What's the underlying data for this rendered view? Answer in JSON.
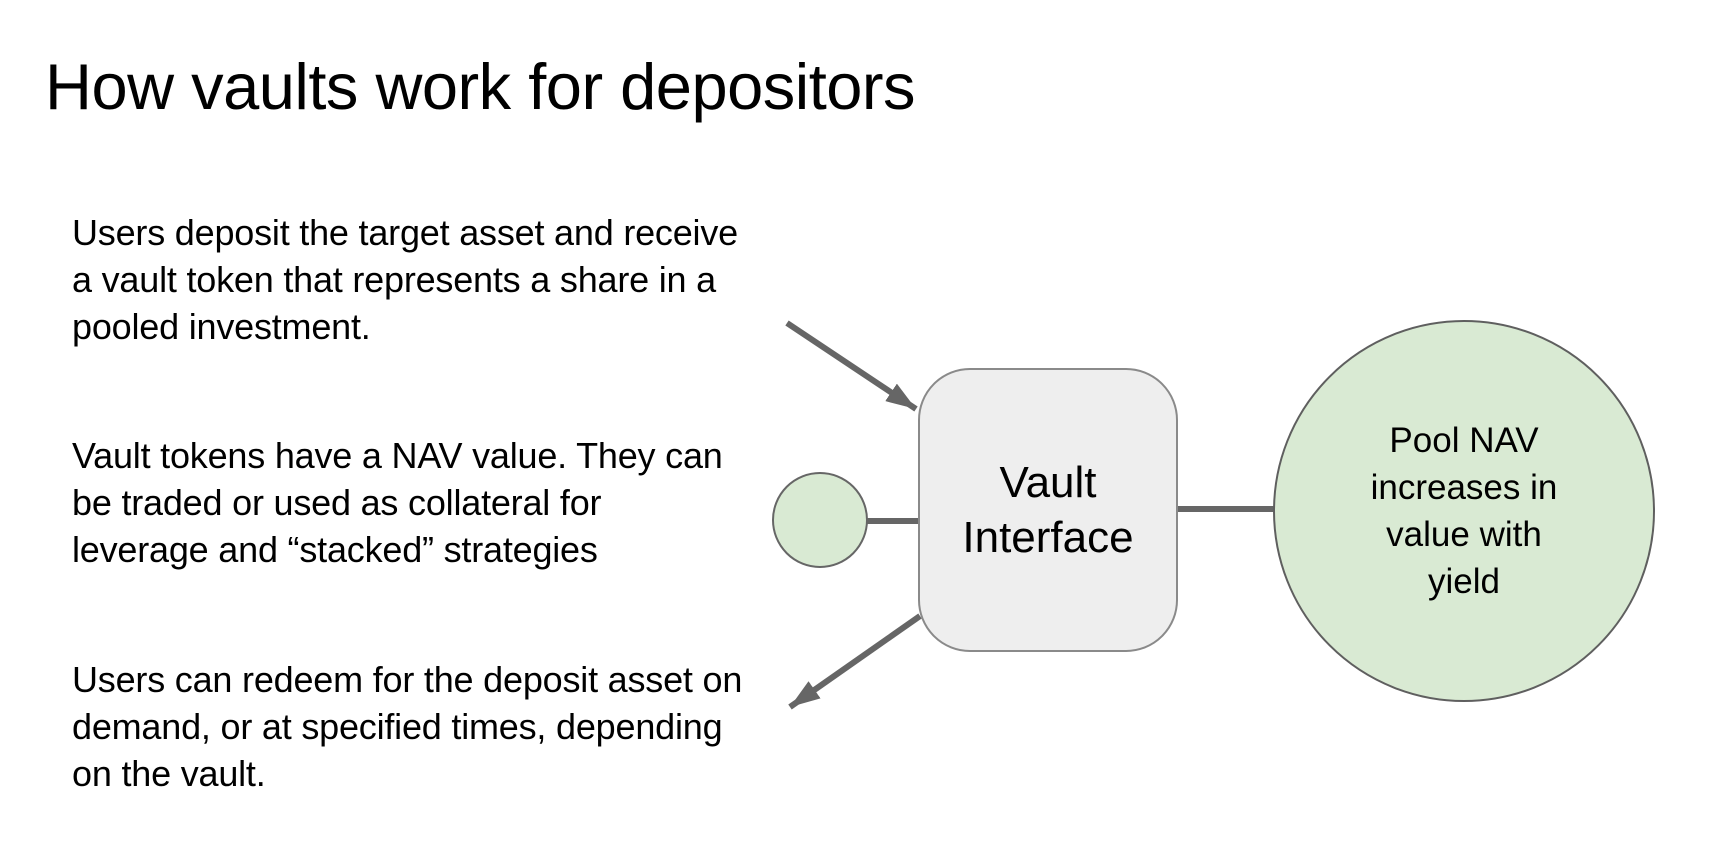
{
  "title": "How vaults work for depositors",
  "notes": [
    {
      "lines": [
        "Users deposit the target asset and receive",
        "a vault token that represents a share in a",
        "pooled investment."
      ]
    },
    {
      "lines": [
        "Vault tokens have a NAV value. They can",
        "be traded or used as collateral for",
        "leverage and “stacked” strategies"
      ]
    },
    {
      "lines": [
        "Users can redeem for the deposit asset on",
        "demand, or at specified times, depending",
        "on the vault."
      ]
    }
  ],
  "diagram": {
    "vault_box": {
      "lines": [
        "Vault",
        "Interface"
      ]
    },
    "pool_circle": {
      "lines": [
        "Pool NAV",
        "increases in",
        "value with",
        "yield"
      ]
    }
  },
  "colors": {
    "green-fill": "#d9ead3",
    "box-fill": "#eeeeee",
    "box-border": "#8a8a8a",
    "stroke": "#666666",
    "text": "#000000",
    "bg": "#ffffff"
  }
}
